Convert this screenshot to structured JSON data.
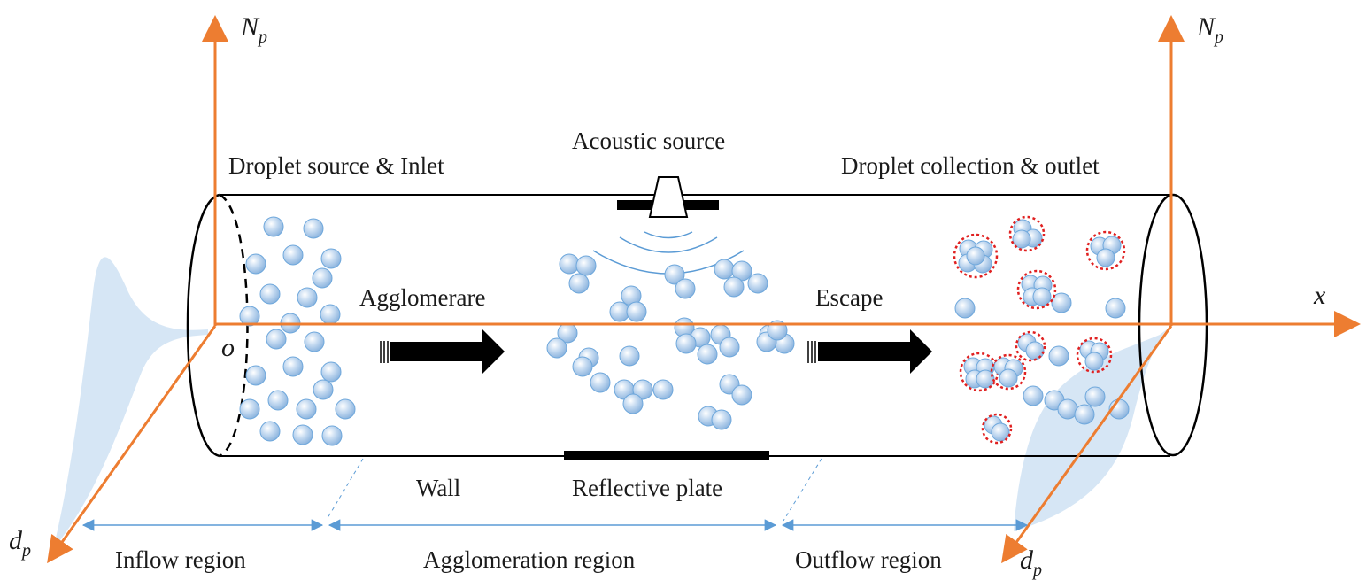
{
  "axes": {
    "np_left": {
      "main": "N",
      "sub": "p"
    },
    "np_right": {
      "main": "N",
      "sub": "p"
    },
    "x": "x",
    "origin": "o",
    "dp_left": {
      "main": "d",
      "sub": "p"
    },
    "dp_right": {
      "main": "d",
      "sub": "p"
    }
  },
  "labels": {
    "droplet_source": "Droplet source & Inlet",
    "acoustic_source": "Acoustic source",
    "droplet_collection": "Droplet collection & outlet",
    "agglomerare": "Agglomerare",
    "escape": "Escape",
    "wall": "Wall",
    "reflective_plate": "Reflective plate"
  },
  "regions": {
    "inflow": "Inflow region",
    "agglomeration": "Agglomeration region",
    "outflow": "Outflow region"
  },
  "colors": {
    "axis": "#ed7d31",
    "droplet": "#9dc3e6",
    "droplet_edge": "#6fa8dc",
    "cluster_outline": "#e02020",
    "distribution": "#cfe2f3",
    "region_arrow": "#5b9bd5",
    "tube": "#000000"
  }
}
